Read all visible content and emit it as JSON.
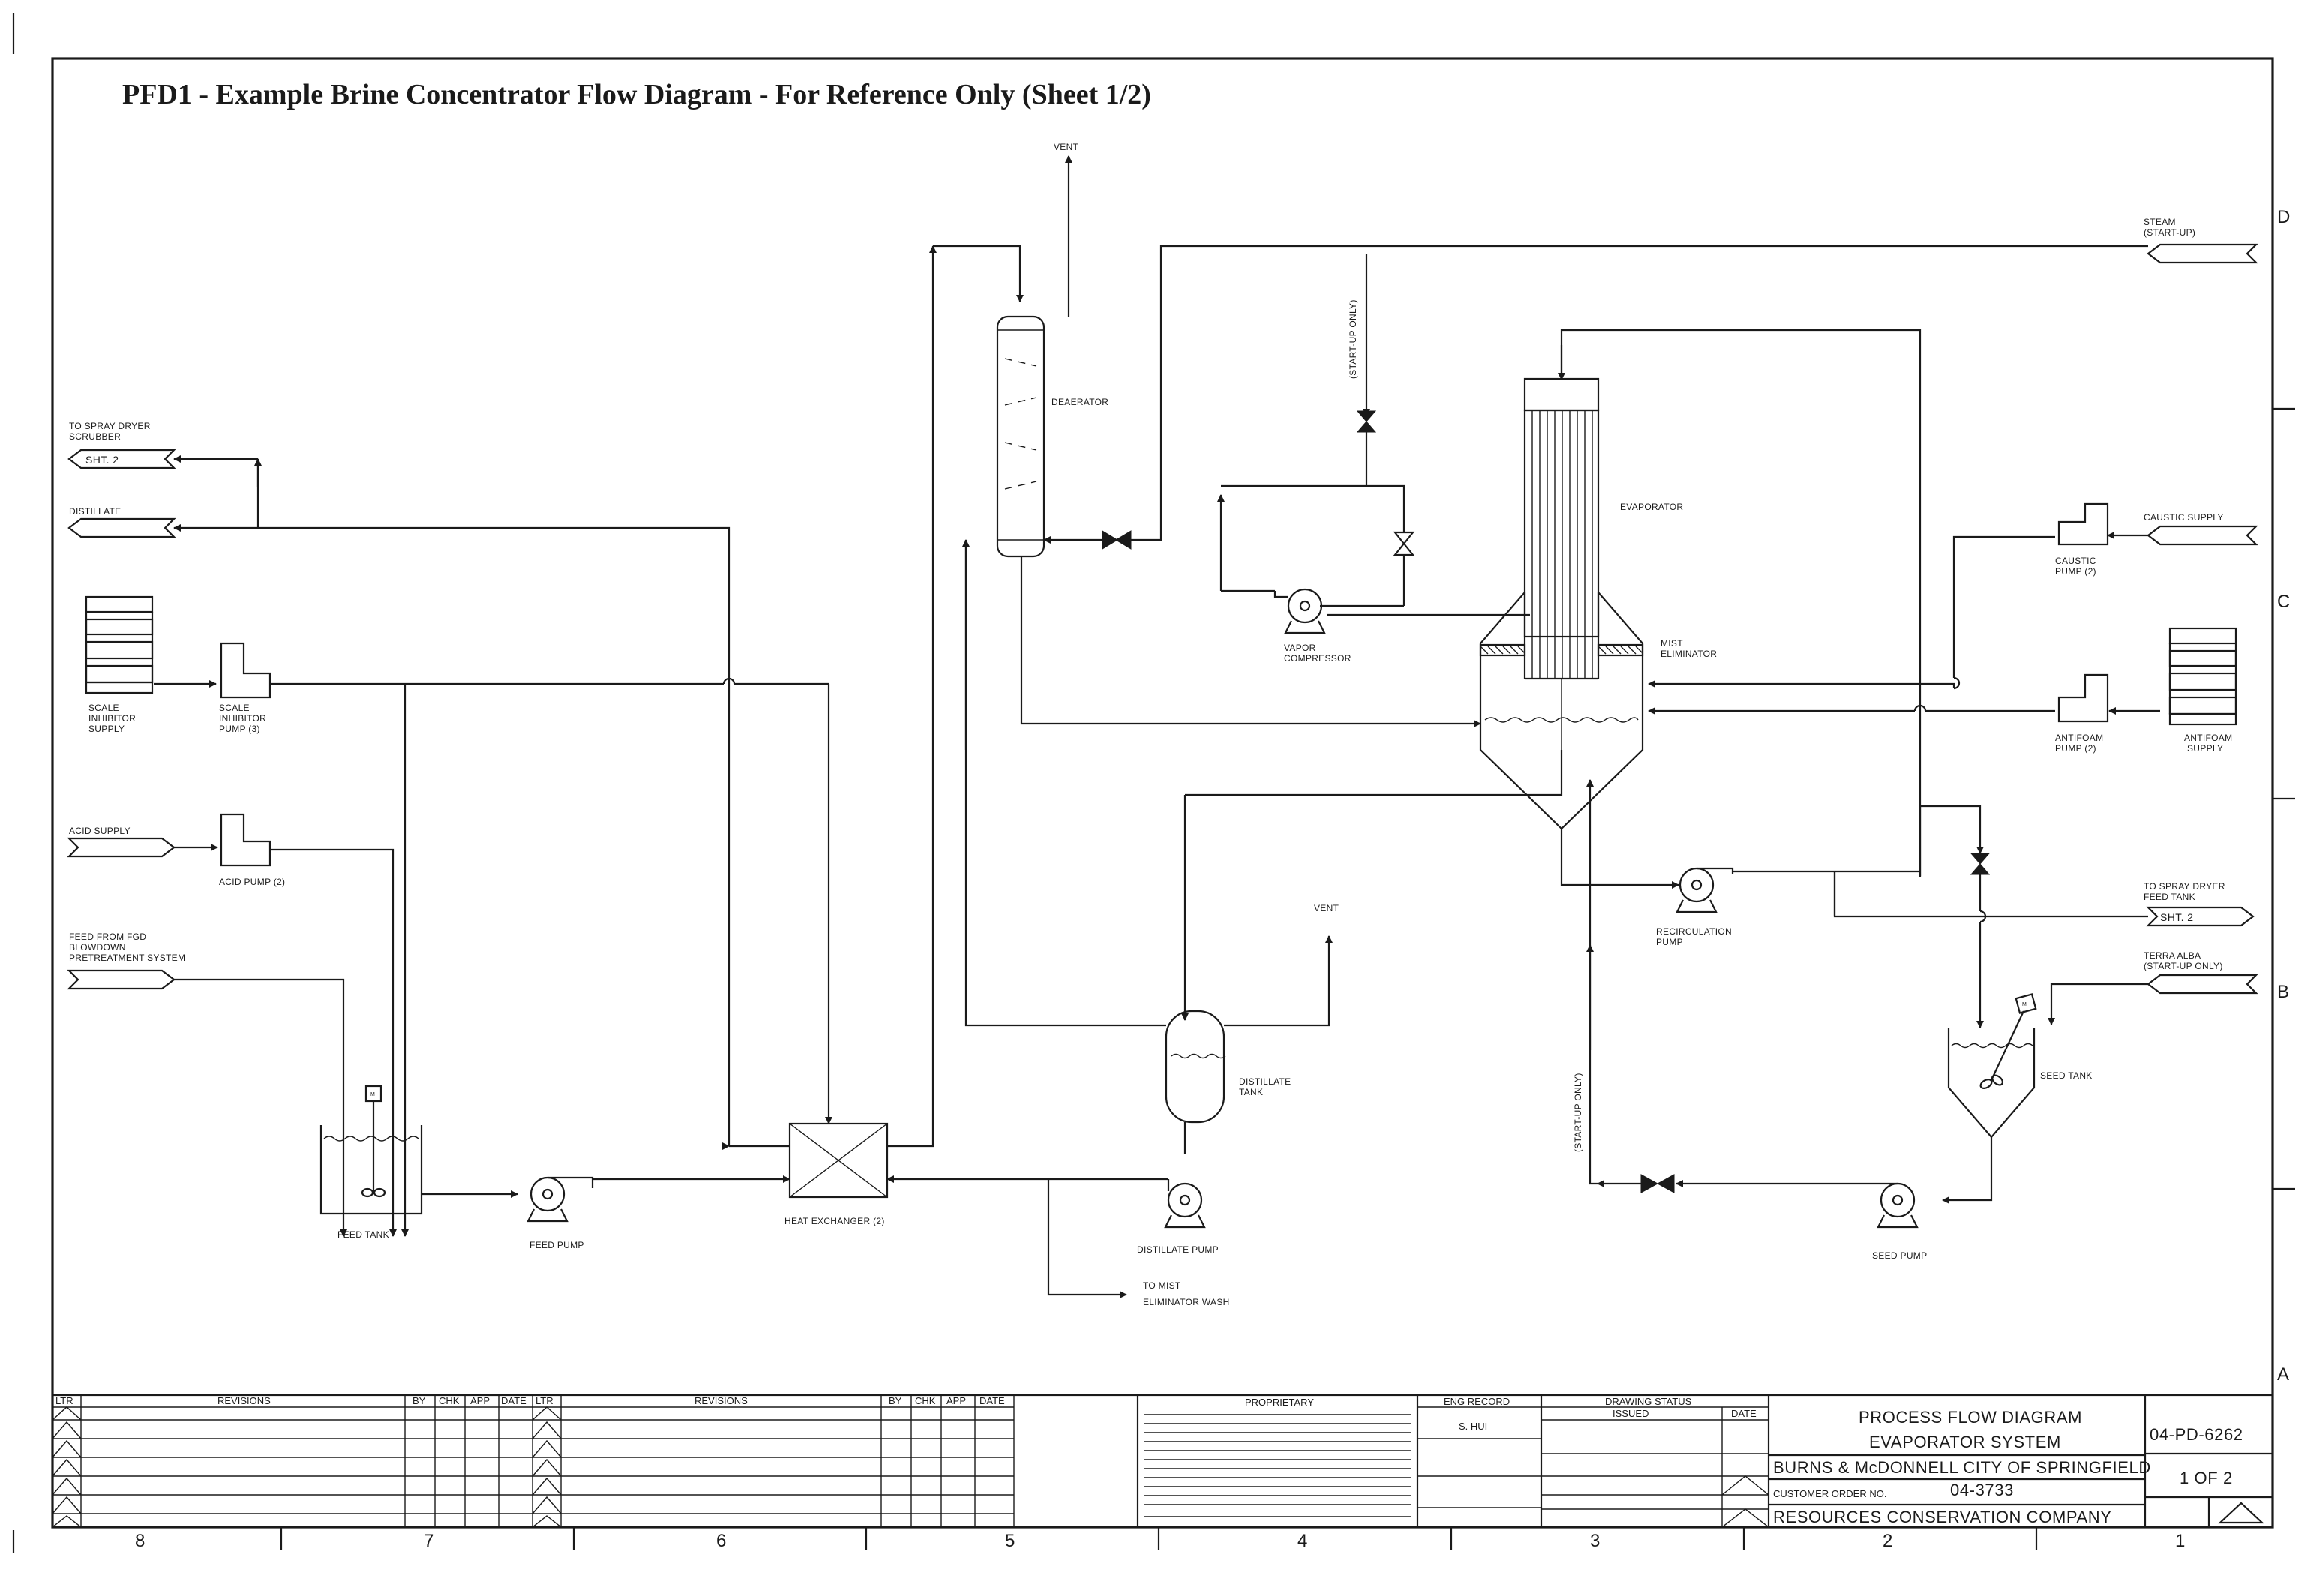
{
  "title": "PFD1 - Example Brine Concentrator Flow Diagram - For Reference Only (Sheet 1/2)",
  "equipment": {
    "deaerator": "DEAERATOR",
    "evaporator": "EVAPORATOR",
    "mist_eliminator": [
      "MIST",
      "ELIMINATOR"
    ],
    "vapor_compressor": [
      "VAPOR",
      "COMPRESSOR"
    ],
    "scale_inhibitor_supply": [
      "SCALE",
      "INHIBITOR",
      "SUPPLY"
    ],
    "scale_inhibitor_pump": [
      "SCALE",
      "INHIBITOR",
      "PUMP (3)"
    ],
    "acid_pump": "ACID PUMP (2)",
    "feed_tank": "FEED TANK",
    "feed_pump": "FEED PUMP",
    "heat_exchanger": "HEAT EXCHANGER (2)",
    "distillate_tank": [
      "DISTILLATE",
      "TANK"
    ],
    "distillate_pump": "DISTILLATE PUMP",
    "recirculation_pump": [
      "RECIRCULATION",
      "PUMP"
    ],
    "seed_tank": "SEED TANK",
    "seed_pump": "SEED PUMP",
    "caustic_pump": [
      "CAUSTIC",
      "PUMP (2)"
    ],
    "antifoam_pump": [
      "ANTIFOAM",
      "PUMP (2)"
    ],
    "antifoam_supply": [
      "ANTIFOAM",
      "SUPPLY"
    ],
    "mixer_tag": "M"
  },
  "streams": {
    "vent": "VENT",
    "vent2": "VENT",
    "steam": [
      "STEAM",
      "(START-UP)"
    ],
    "start_up_only_1": "(START-UP ONLY)",
    "start_up_only_2": "(START-UP ONLY)",
    "to_spray_dryer_scrubber": [
      "TO SPRAY DRYER",
      "SCRUBBER"
    ],
    "sht2_a": "SHT. 2",
    "distillate": "DISTILLATE",
    "acid_supply": "ACID SUPPLY",
    "feed_from_fgd": [
      "FEED FROM FGD",
      "BLOWDOWN",
      "PRETREATMENT SYSTEM"
    ],
    "caustic_supply": "CAUSTIC SUPPLY",
    "to_spray_dryer_feed": [
      "TO SPRAY DRYER",
      "FEED TANK"
    ],
    "sht2_b": "SHT. 2",
    "terra_alba": [
      "TERRA ALBA",
      "(START-UP ONLY)"
    ],
    "to_mist_wash": [
      "TO MIST",
      "ELIMINATOR WASH"
    ]
  },
  "border": {
    "columns": [
      "8",
      "7",
      "6",
      "5",
      "4",
      "3",
      "2",
      "1"
    ],
    "rows": [
      "D",
      "C",
      "B",
      "A"
    ]
  },
  "title_block": {
    "revisions_headers": [
      "LTR",
      "REVISIONS",
      "BY",
      "CHK",
      "APP",
      "DATE"
    ],
    "proprietary": "PROPRIETARY",
    "eng_record": "ENG RECORD",
    "engineer": "S. HUI",
    "drawing_status": "DRAWING STATUS",
    "issued": "ISSUED",
    "date": "DATE",
    "drawing_title_1": "PROCESS FLOW DIAGRAM",
    "drawing_title_2": "EVAPORATOR SYSTEM",
    "client": "BURNS & McDONNELL CITY OF SPRINGFIELD",
    "customer_order_label": "CUSTOMER ORDER NO.",
    "customer_order_no": "04-3733",
    "company": "RESOURCES CONSERVATION COMPANY",
    "drawing_no": "04-PD-6262",
    "sheet": "1 OF 2"
  }
}
